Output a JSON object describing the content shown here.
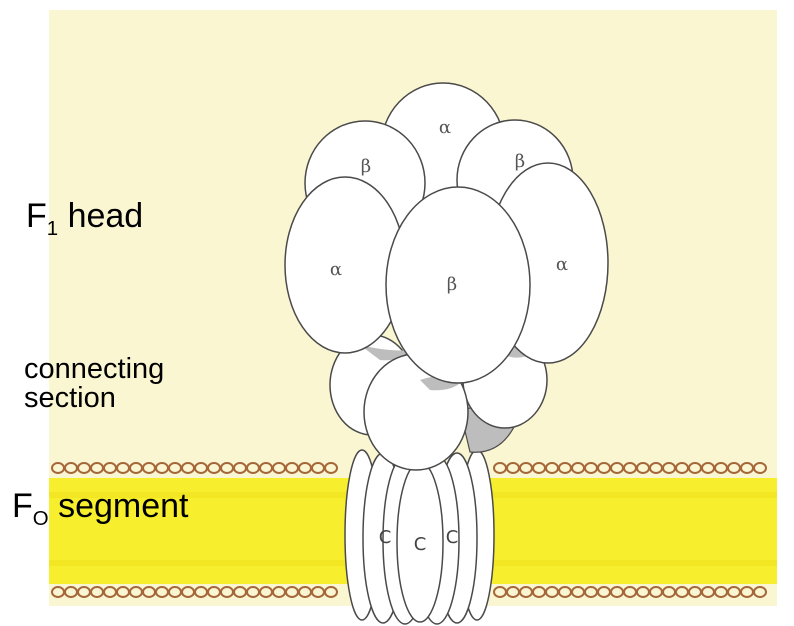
{
  "labels": {
    "f1_head": {
      "main": "F",
      "sub": "1",
      "rest": " head"
    },
    "connecting_line1": "connecting",
    "connecting_line2": "section",
    "fo_segment": {
      "main": "F",
      "sub": "O",
      "rest": " segment"
    }
  },
  "subunits": {
    "alpha": "α",
    "beta": "β",
    "c": "C"
  },
  "colors": {
    "background": "#fbf6d2",
    "membrane": "#f7ee2e",
    "lipid_head": "#a5673a",
    "protein_fill": "#ffffff",
    "protein_outline": "#4a4a4a",
    "stalk_shade": "#bdbdbd"
  }
}
